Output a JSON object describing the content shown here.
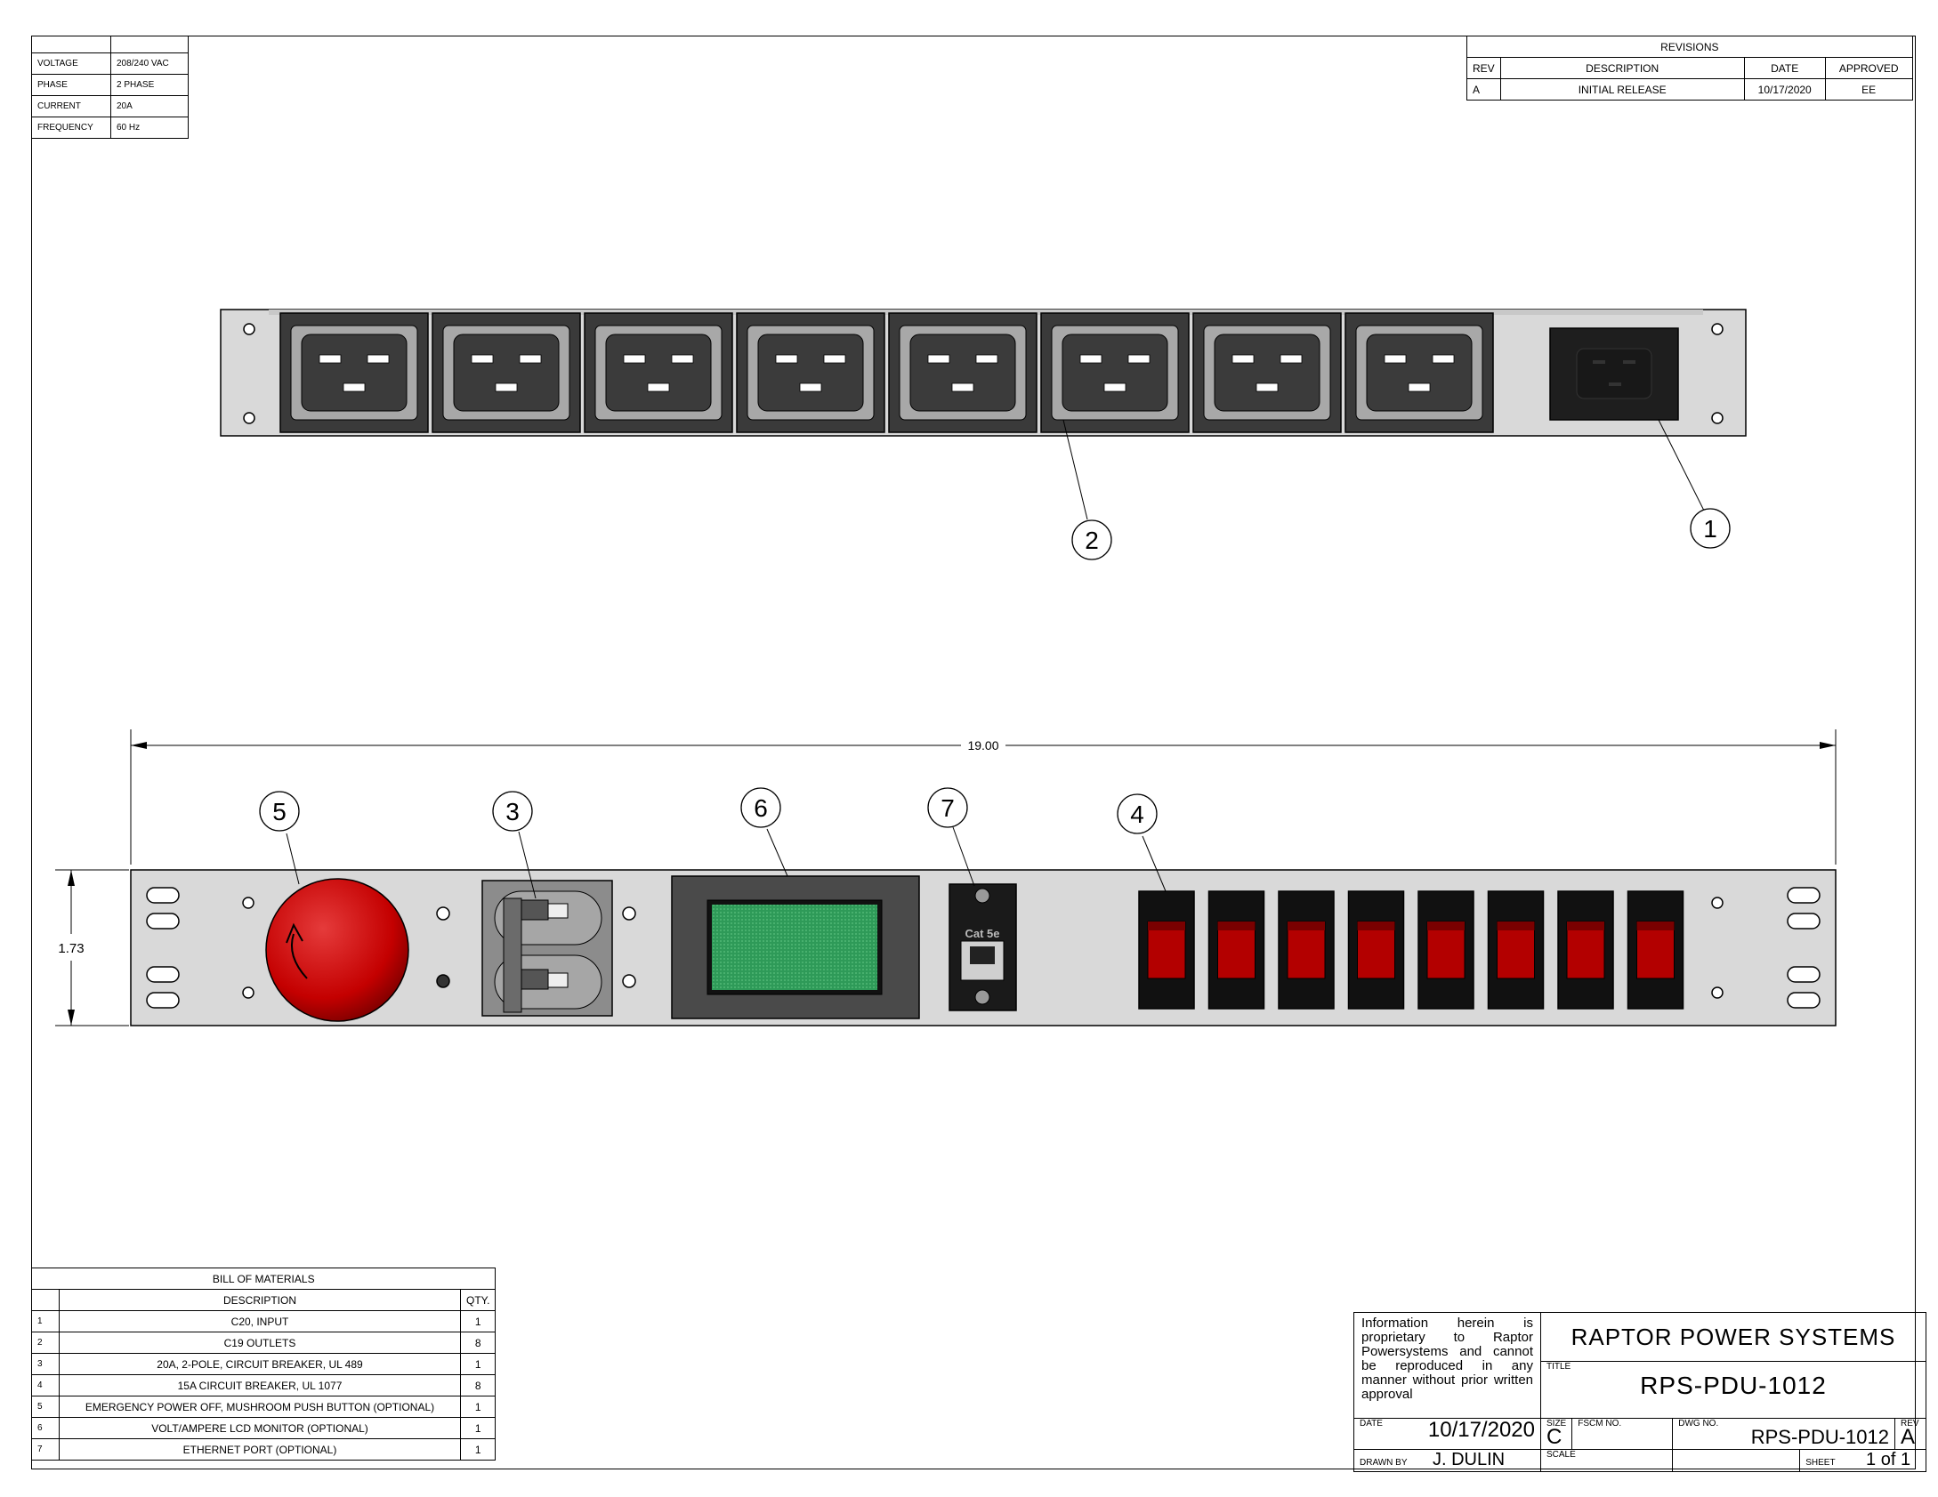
{
  "specs": [
    {
      "label": "VOLTAGE",
      "value": "208/240 VAC"
    },
    {
      "label": "PHASE",
      "value": "2 PHASE"
    },
    {
      "label": "CURRENT",
      "value": "20A"
    },
    {
      "label": "FREQUENCY",
      "value": "60 Hz"
    }
  ],
  "revisions": {
    "title": "REVISIONS",
    "headers": {
      "rev": "REV",
      "description": "DESCRIPTION",
      "date": "DATE",
      "approved": "APPROVED"
    },
    "rows": [
      {
        "rev": "A",
        "description": "INITIAL RELEASE",
        "date": "10/17/2020",
        "approved": "EE"
      }
    ]
  },
  "callouts": {
    "c1": "1",
    "c2": "2",
    "c3": "3",
    "c4": "4",
    "c5": "5",
    "c6": "6",
    "c7": "7"
  },
  "dimensions": {
    "width": "19.00",
    "height": "1.73"
  },
  "ethernet_label": "Cat 5e",
  "bom": {
    "title": "BILL OF MATERIALS",
    "headers": {
      "description": "DESCRIPTION",
      "qty": "QTY."
    },
    "items": [
      {
        "no": "1",
        "description": "C20, INPUT",
        "qty": "1"
      },
      {
        "no": "2",
        "description": "C19 OUTLETS",
        "qty": "8"
      },
      {
        "no": "3",
        "description": "20A, 2-POLE, CIRCUIT BREAKER, UL 489",
        "qty": "1"
      },
      {
        "no": "4",
        "description": "15A CIRCUIT BREAKER, UL 1077",
        "qty": "8"
      },
      {
        "no": "5",
        "description": "EMERGENCY POWER OFF, MUSHROOM PUSH BUTTON (OPTIONAL)",
        "qty": "1"
      },
      {
        "no": "6",
        "description": "VOLT/AMPERE LCD MONITOR (OPTIONAL)",
        "qty": "1"
      },
      {
        "no": "7",
        "description": "ETHERNET PORT (OPTIONAL)",
        "qty": "1"
      }
    ]
  },
  "title_block": {
    "notice": "Information herein is proprietary to Raptor Powersystems and cannot be reproduced in any manner without prior written approval",
    "company": "RAPTOR POWER SYSTEMS",
    "title_caption": "TITLE",
    "title": "RPS-PDU-1012",
    "date_caption": "DATE",
    "date": "10/17/2020",
    "size_caption": "SIZE",
    "size": "C",
    "fscm_caption": "FSCM NO.",
    "dwg_caption": "DWG NO.",
    "dwg_no": "RPS-PDU-1012",
    "rev_caption": "REV",
    "rev": "A",
    "drawn_caption": "DRAWN BY",
    "drawn_by": "J. DULIN",
    "scale_caption": "SCALE",
    "sheet_caption": "SHEET",
    "sheet": "1 of 1"
  },
  "colors": {
    "panel": "#d9d9d9",
    "outlet_dark": "#3a3a3a",
    "epo_red": "#cc0000",
    "lcd_green": "#2f9e5a",
    "switch_red": "#b30000"
  }
}
